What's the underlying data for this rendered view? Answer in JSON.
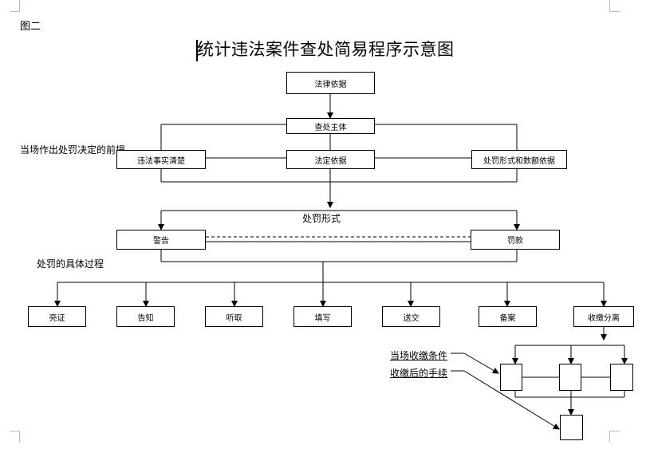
{
  "figure_label": "图二",
  "title": "统计违法案件查处简易程序示意图",
  "notes": {
    "premise": "当场作出处罚决定的前提",
    "penalty_form": "处罚形式",
    "process": "处罚的具体过程",
    "collect_condition": "当场收缴条件",
    "after_collect": "收缴后的手续"
  },
  "nodes": {
    "legal_basis": "法律依据",
    "investigating_body": "查处主体",
    "facts_clear": "违法事实清楚",
    "legal_grounds": "法定依据",
    "penalty_basis": "处罚形式和数额依据",
    "warning": "警告",
    "fine": "罚款"
  },
  "steps": [
    "亮证",
    "告知",
    "听取",
    "填写",
    "送交",
    "备案",
    "收缴分离"
  ]
}
